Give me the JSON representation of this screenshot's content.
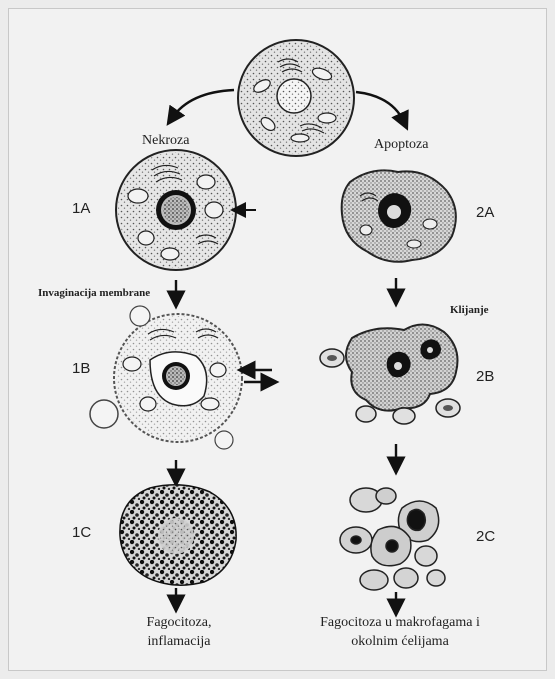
{
  "paths": {
    "necrosis": "Nekroza",
    "apoptosis": "Apoptoza"
  },
  "stages": {
    "s1a": "1A",
    "s1b": "1B",
    "s1c": "1C",
    "s2a": "2A",
    "s2b": "2B",
    "s2c": "2C"
  },
  "notes": {
    "invagination": "Invaginacija  membrane",
    "budding": "Klijanje"
  },
  "outcomes": {
    "necrosis_line1": "Fagocitoza,",
    "necrosis_line2": "inflamacija",
    "apoptosis_line1": "Fagocitoza u makrofagama i",
    "apoptosis_line2": "okolnim ćelijama"
  }
}
